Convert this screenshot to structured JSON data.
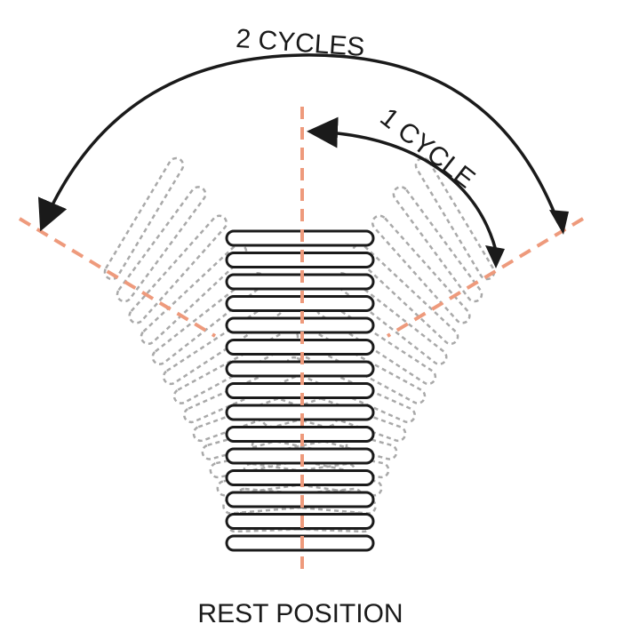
{
  "labels": {
    "two_cycles": "2 CYCLES",
    "one_cycle": "1 CYCLE",
    "rest_position": "REST POSITION"
  },
  "coil": {
    "turns": 15
  },
  "colors": {
    "axis": "#ee9a7c",
    "coil": "#1a1a1a",
    "ghost": "#a9a9a9",
    "text": "#1a1a1a"
  }
}
